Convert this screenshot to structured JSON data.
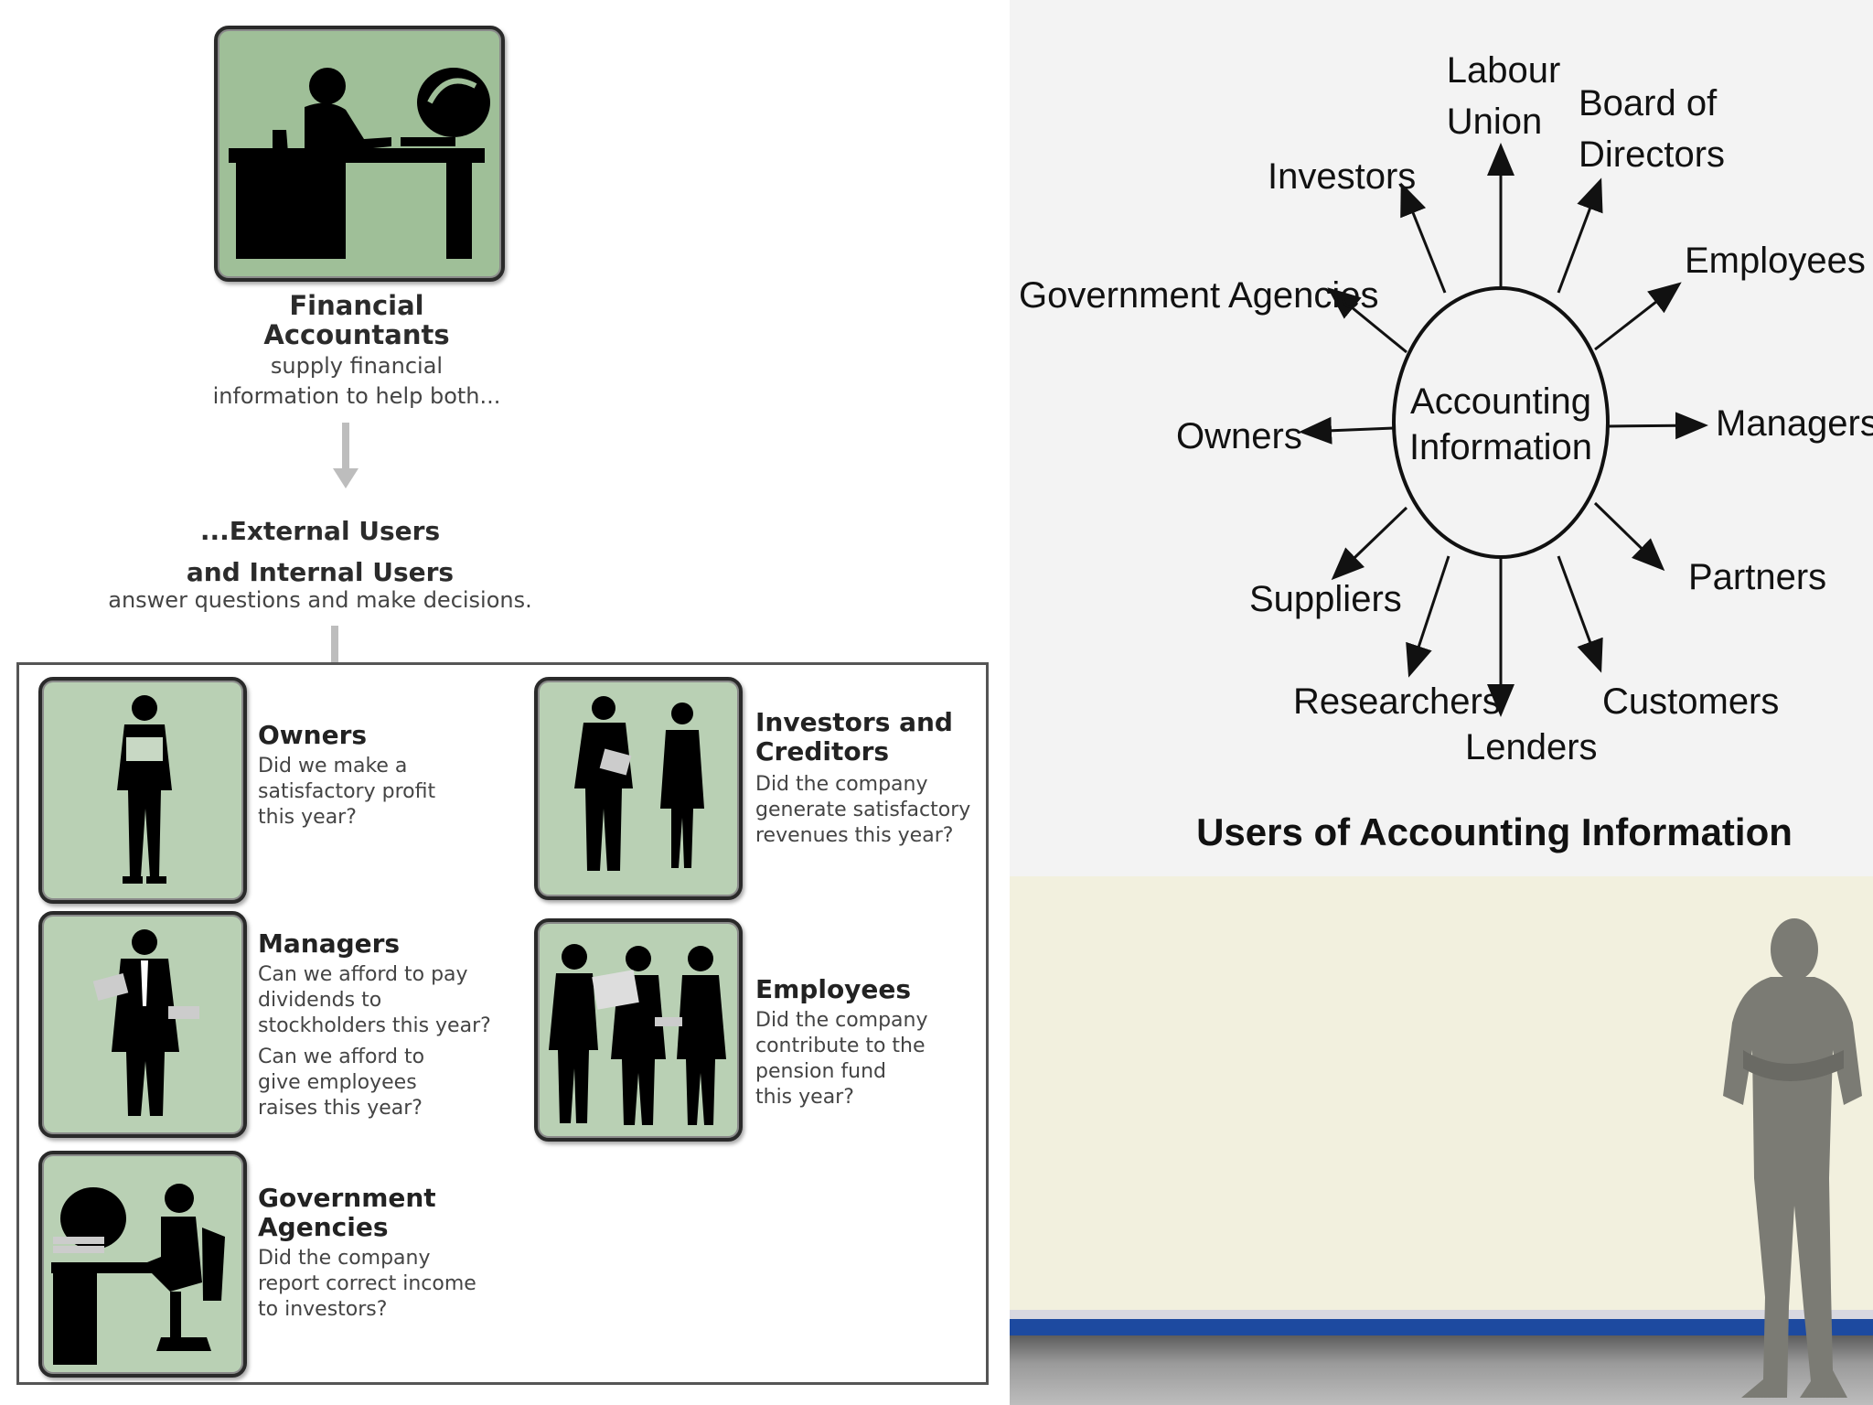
{
  "left": {
    "accountants": {
      "title_line1": "Financial",
      "title_line2": "Accountants",
      "desc_line1": "supply financial",
      "desc_line2": "information to help both..."
    },
    "users": {
      "line1": "...External Users",
      "line2": "and Internal Users",
      "line3": "answer questions and make decisions."
    },
    "cards": {
      "owners": {
        "title": "Owners",
        "lines": [
          "Did we make a",
          "satisfactory profit",
          "this year?"
        ]
      },
      "managers": {
        "title": "Managers",
        "lines": [
          "Can we afford to pay",
          "dividends to",
          "stockholders this year?",
          "Can we afford to",
          "give employees",
          "raises this year?"
        ]
      },
      "government": {
        "title_line1": "Government",
        "title_line2": "Agencies",
        "lines": [
          "Did the company",
          "report correct income",
          "to investors?"
        ]
      },
      "investors": {
        "title_line1": "Investors and",
        "title_line2": "Creditors",
        "lines": [
          "Did the company",
          "generate satisfactory",
          "revenues this year?"
        ]
      },
      "employees": {
        "title": "Employees",
        "lines": [
          "Did the company",
          "contribute to the",
          "pension fund",
          "this year?"
        ]
      }
    }
  },
  "diagram": {
    "center_line1": "Accounting",
    "center_line2": "Information",
    "caption": "Users of Accounting Information",
    "labels": {
      "labour_line1": "Labour",
      "labour_line2": "Union",
      "board_line1": "Board of",
      "board_line2": "Directors",
      "investors": "Investors",
      "employees": "Employees",
      "government": "Government Agencies",
      "owners": "Owners",
      "managers": "Managers",
      "suppliers": "Suppliers",
      "partners": "Partners",
      "researchers": "Researchers",
      "customers": "Customers",
      "lenders": "Lenders"
    }
  },
  "colors": {
    "tile_green": "#9fbf98",
    "tile_green_light": "#b9d0b4",
    "stripe_blue": "#1d4aa0",
    "wall_cream": "#f2f0de"
  }
}
